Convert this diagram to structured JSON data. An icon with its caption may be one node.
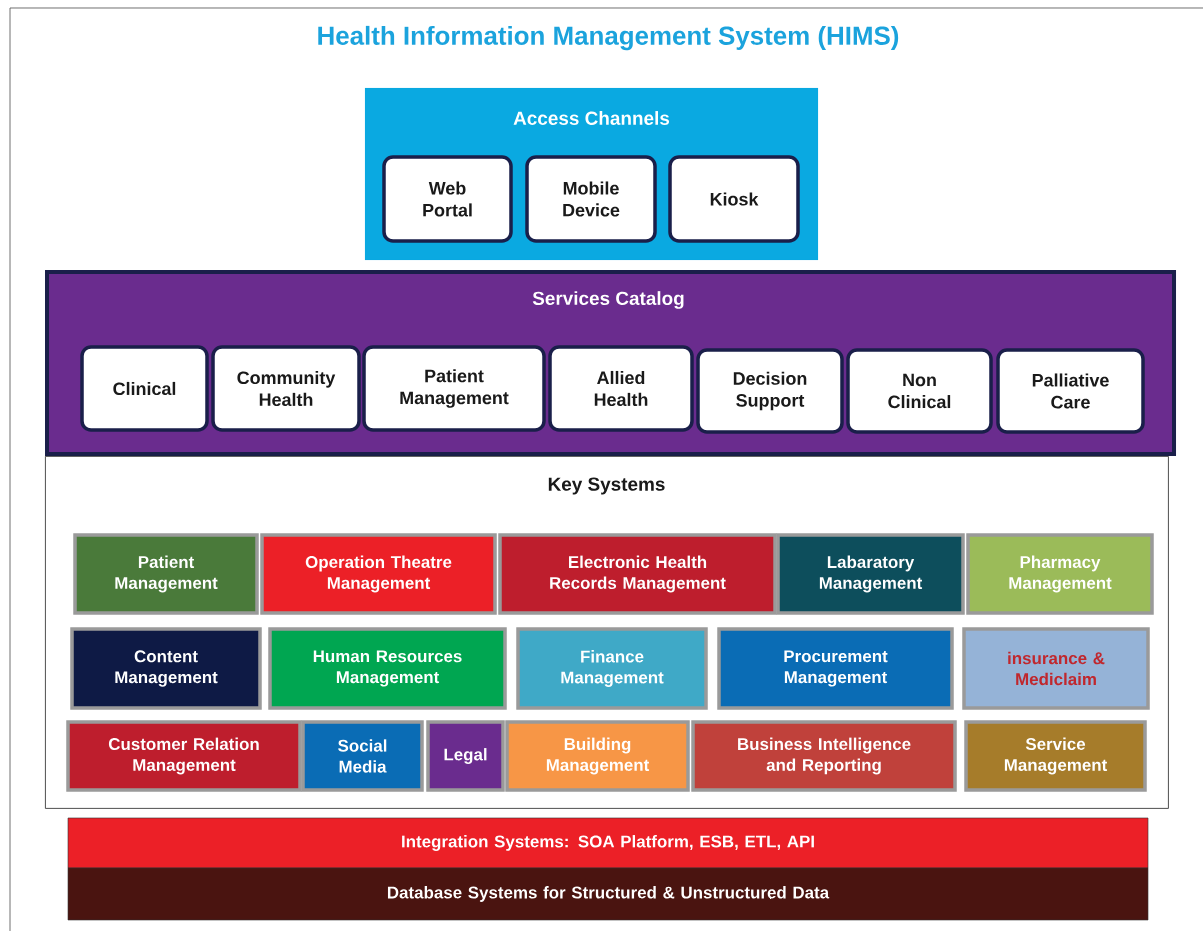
{
  "diagram": {
    "title": "Health Information Management System (HIMS)",
    "nodes": [
      {
        "text": [
          "Access Channels"
        ]
      },
      {
        "text": [
          "Web Portal"
        ],
        "in": 0
      },
      {
        "text": [
          "Mobile Device"
        ],
        "in": 0
      },
      {
        "text": [
          "Kiosk"
        ],
        "in": 0
      },
      {
        "text": [
          "Services Catalog"
        ]
      },
      {
        "text": [
          "Clinical"
        ],
        "in": 4
      },
      {
        "text": [
          "Community Health"
        ],
        "in": 4
      },
      {
        "text": [
          "Patient Management"
        ],
        "in": 4
      },
      {
        "text": [
          "Allied Health"
        ],
        "in": 4
      },
      {
        "text": [
          "Decision Support"
        ],
        "in": 4
      },
      {
        "text": [
          "Non Clinical"
        ],
        "in": 4
      },
      {
        "text": [
          "Palliative Care"
        ],
        "in": 4
      },
      {
        "text": [
          "Key Systems"
        ]
      },
      {
        "text": [
          "Patient Management"
        ],
        "in": 12
      },
      {
        "text": [
          "Operation Theatre Management"
        ],
        "in": 12
      },
      {
        "text": [
          "Electronic Health Records Management"
        ],
        "in": 12
      },
      {
        "text": [
          "Labaratory Management"
        ],
        "in": 12
      },
      {
        "text": [
          "Pharmacy Management"
        ],
        "in": 12
      },
      {
        "text": [
          "Content Management"
        ],
        "in": 12
      },
      {
        "text": [
          "Human Resources Management"
        ],
        "in": 12
      },
      {
        "text": [
          "Finance Management"
        ],
        "in": 12
      },
      {
        "text": [
          "Procurement Management"
        ],
        "in": 12
      },
      {
        "text": [
          "insurance & Mediclaim"
        ],
        "in": 12
      },
      {
        "text": [
          "Customer Relation Management"
        ],
        "in": 12
      },
      {
        "text": [
          "Social Media"
        ],
        "in": 12
      },
      {
        "text": [
          "Legal"
        ],
        "in": 12
      },
      {
        "text": [
          "Building Management"
        ],
        "in": 12
      },
      {
        "text": [
          "Business Intelligence and Reporting"
        ],
        "in": 12
      },
      {
        "text": [
          "Service Management"
        ],
        "in": 12
      },
      {
        "text": [
          "Integration Systems: SOA Platform, ESB, ETL, API"
        ]
      },
      {
        "text": [
          "Database Systems for Structured  & Unstructured Data"
        ]
      }
    ]
  }
}
